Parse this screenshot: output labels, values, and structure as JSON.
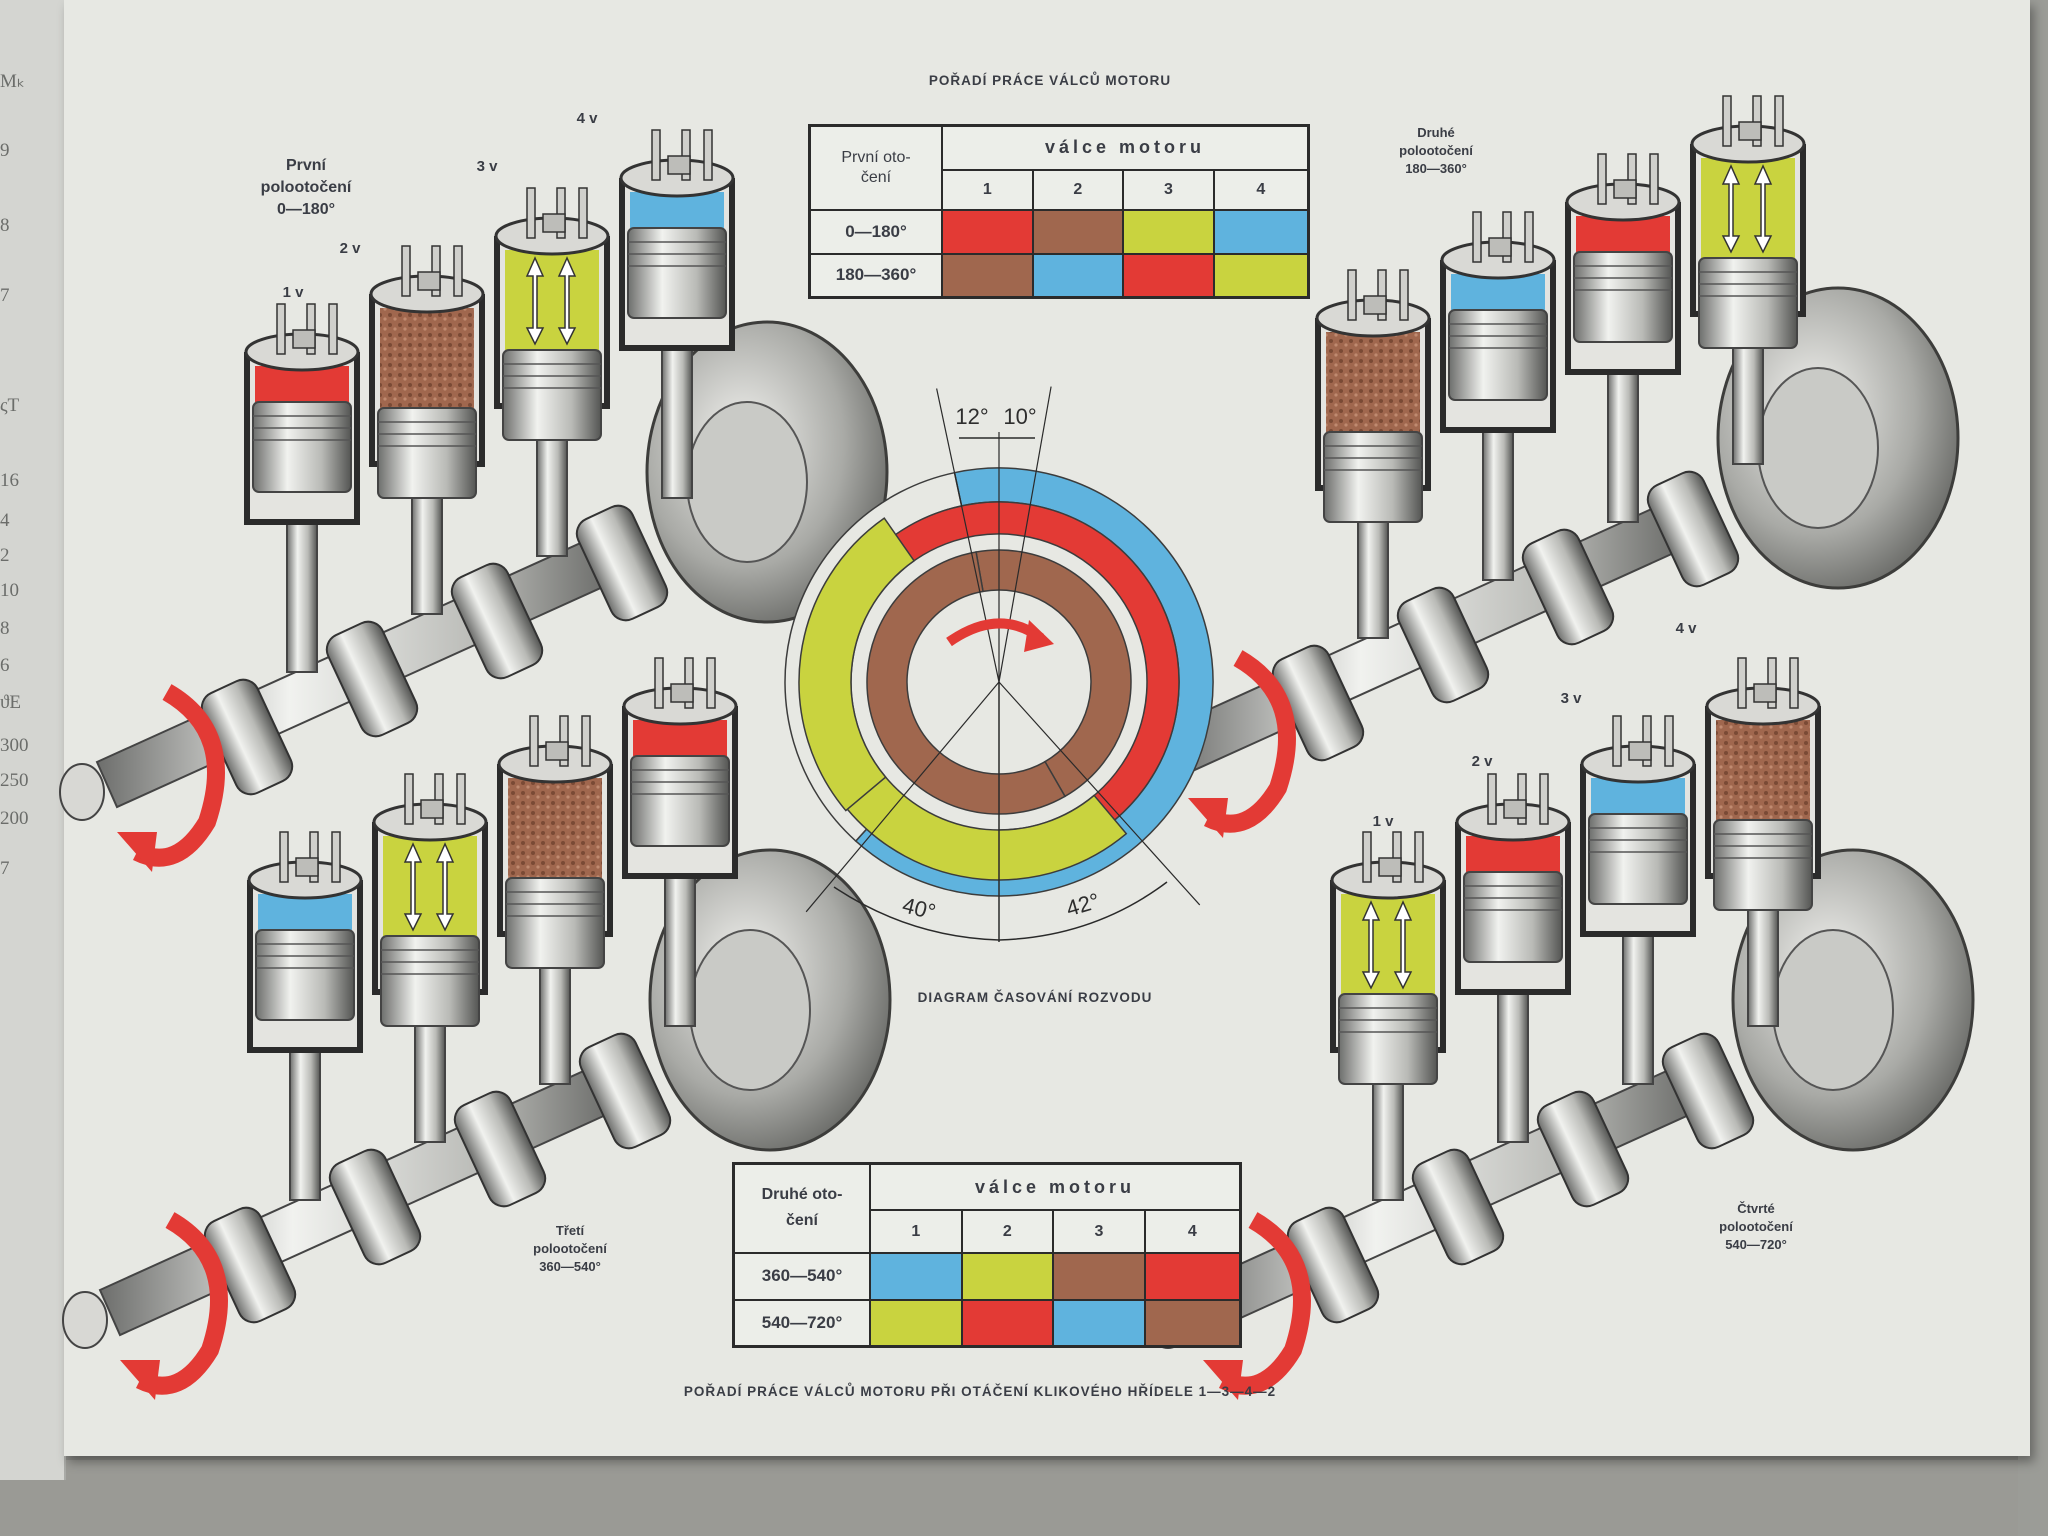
{
  "colors": {
    "red": "#e33a35",
    "brown": "#a0674e",
    "yellow": "#c9d33f",
    "blue": "#5fb3de",
    "page": "#e7e8e3"
  },
  "left_margin": [
    "Mₖ",
    "9",
    "8",
    "7",
    "ςT",
    "16",
    "4",
    "2",
    "10",
    "8",
    "6",
    "ϑE",
    "300",
    "250",
    "200",
    "7"
  ],
  "top_title": "POŘADÍ PRÁCE VÁLCŮ MOTORU",
  "table_top": {
    "corner": "První oto-\nčení",
    "header": "válce motoru",
    "columns": [
      "1",
      "2",
      "3",
      "4"
    ],
    "rows": [
      {
        "label": "0—180°",
        "cells": [
          "red",
          "brown",
          "yellow",
          "blue"
        ]
      },
      {
        "label": "180—360°",
        "cells": [
          "brown",
          "blue",
          "red",
          "yellow"
        ]
      }
    ]
  },
  "table_bottom": {
    "corner": "Druhé oto-\nčení",
    "header": "válce motoru",
    "columns": [
      "1",
      "2",
      "3",
      "4"
    ],
    "rows": [
      {
        "label": "360—540°",
        "cells": [
          "blue",
          "yellow",
          "brown",
          "red"
        ]
      },
      {
        "label": "540—720°",
        "cells": [
          "yellow",
          "red",
          "blue",
          "brown"
        ]
      }
    ]
  },
  "timing": {
    "angle_a": "12°",
    "angle_b": "10°",
    "angle_c": "40°",
    "angle_d": "42°",
    "caption": "DIAGRAM ČASOVÁNÍ ROZVODU"
  },
  "quadrants": {
    "first": {
      "title": "První\npolootočení\n0—180°",
      "valves": [
        "1 v",
        "2 v",
        "3 v",
        "4 v"
      ],
      "cylinders": [
        "red",
        "brown",
        "yellow",
        "blue"
      ]
    },
    "second": {
      "title": "Druhé\npolootočení\n180—360°",
      "cylinders": [
        "brown",
        "blue",
        "red",
        "yellow"
      ]
    },
    "third": {
      "title": "Třetí\npolootočení\n360—540°",
      "cylinders": [
        "blue",
        "yellow",
        "brown",
        "red"
      ]
    },
    "fourth": {
      "title": "Čtvrté\npolootočení\n540—720°",
      "valves": [
        "1 v",
        "2 v",
        "3 v",
        "4 v"
      ],
      "cylinders": [
        "yellow",
        "red",
        "blue",
        "brown"
      ]
    }
  },
  "bottom_caption": "POŘADÍ PRÁCE VÁLCŮ MOTORU PŘI OTÁČENÍ KLIKOVÉHO HŘÍDELE 1—3—4—2"
}
